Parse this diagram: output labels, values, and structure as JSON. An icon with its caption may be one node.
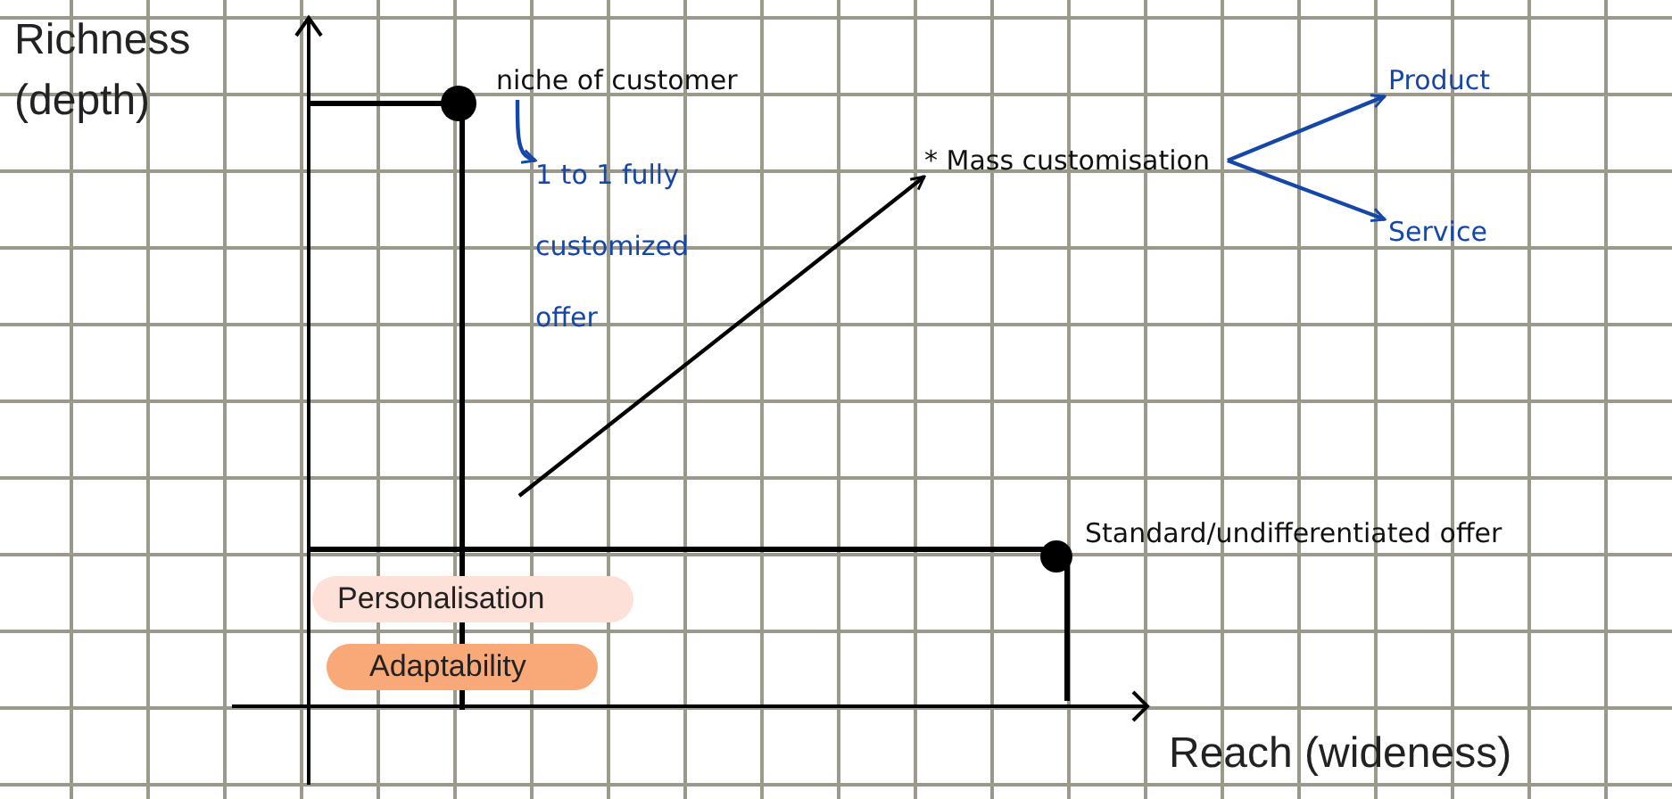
{
  "diagram": {
    "nodes": [
      {
        "text": [
          "niche of customer"
        ]
      },
      {
        "text": [
          "1 to 1 fully customized offer"
        ]
      },
      {
        "text": [
          "* Mass customisation"
        ]
      },
      {
        "text": [
          "Product"
        ]
      },
      {
        "text": [
          "Service"
        ]
      },
      {
        "text": [
          "Standard/undifferentiated offer"
        ]
      }
    ],
    "edges": [
      {
        "from": 0,
        "to": 1,
        "arrow": "to"
      },
      {
        "from": null,
        "to": 2,
        "arrow": "to",
        "color": "#000000"
      },
      {
        "from": 2,
        "to": 3,
        "arrow": "to"
      },
      {
        "from": 2,
        "to": 4,
        "arrow": "to"
      }
    ],
    "labels": [
      "Richness (depth)",
      "Reach (wideness)",
      "Personalisation",
      "Adaptability"
    ]
  }
}
